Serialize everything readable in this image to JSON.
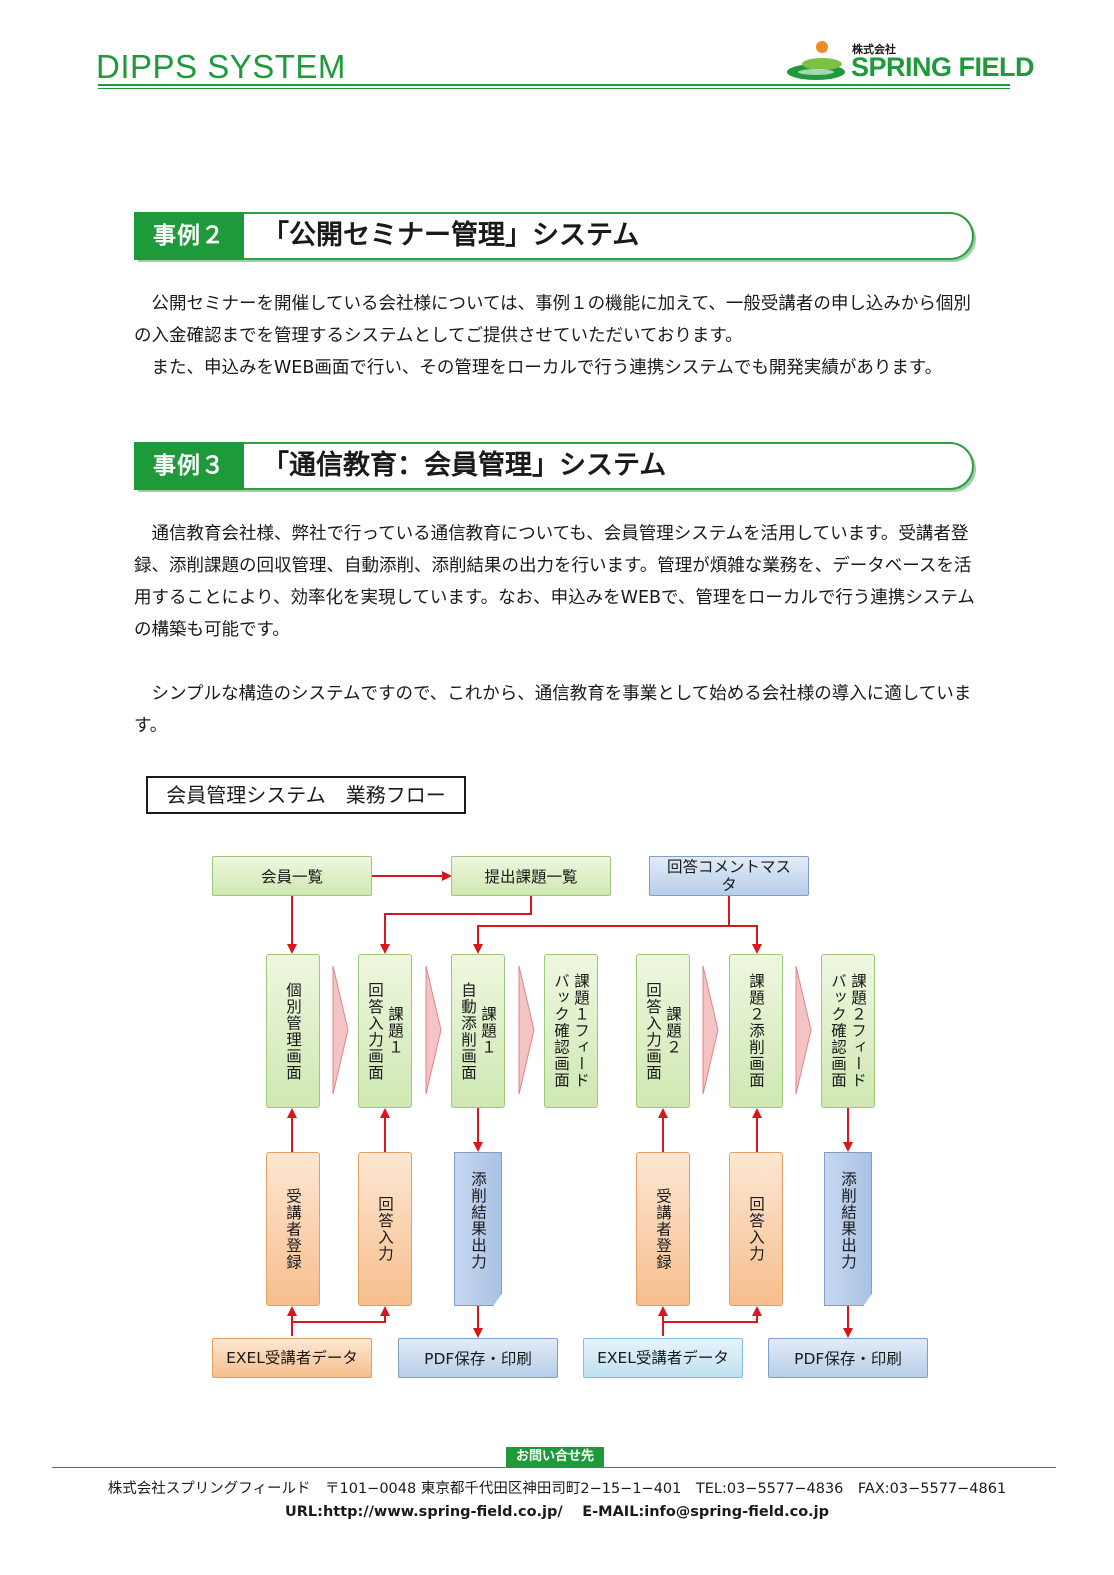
{
  "header": {
    "title": "DIPPS SYSTEM",
    "logo_small": "株式会社",
    "logo_name": "SPRING FIELD"
  },
  "section2": {
    "label": "事例２",
    "title": "「公開セミナー管理」システム",
    "paragraphs": [
      "公開セミナーを開催している会社様については、事例１の機能に加えて、一般受講者の申し込みから個別の入金確認までを管理するシステムとしてご提供させていただいております。",
      "また、申込みをWEB画面で行い、その管理をローカルで行う連携システムでも開発実績があります。"
    ]
  },
  "section3": {
    "label": "事例３",
    "title": "「通信教育：会員管理」システム",
    "paragraphs": [
      "通信教育会社様、弊社で行っている通信教育についても、会員管理システムを活用しています。受講者登録、添削課題の回収管理、自動添削、添削結果の出力を行います。管理が煩雑な業務を、データベースを活用することにより、効率化を実現しています。なお、申込みをWEBで、管理をローカルで行う連携システムの構築も可能です。",
      "シンプルな構造のシステムですので、これから、通信教育を事業として始める会社様の導入に適しています。"
    ]
  },
  "flow": {
    "title": "会員管理システム　業務フロー",
    "top_nodes": [
      "会員一覧",
      "提出課題一覧",
      "回答コメントマスタ"
    ],
    "screens": [
      "個別管理画面",
      "課題１\n回答入力画面",
      "課題１\n自動添削画面",
      "課題１フィード\nバック確認画面",
      "課題２\n回答入力画面",
      "課題２添削画面",
      "課題２フィード\nバック確認画面"
    ],
    "inputs": [
      "受講者登録",
      "回答入力",
      "添削結果出力",
      "受講者登録",
      "回答入力",
      "添削結果出力"
    ],
    "bottom_nodes": [
      "EXEL受講者データ",
      "PDF保存・印刷",
      "EXEL受講者データ",
      "PDF保存・印刷"
    ]
  },
  "footer": {
    "contact_label": "お問い合せ先",
    "line1": "株式会社スプリングフィールド　〒101−0048 東京都千代田区神田司町2−15−1−401　TEL:03−5577−4836　FAX:03−5577−4861",
    "line2": "URL:http://www.spring-field.co.jp/　 E-MAIL:info@spring-field.co.jp"
  }
}
